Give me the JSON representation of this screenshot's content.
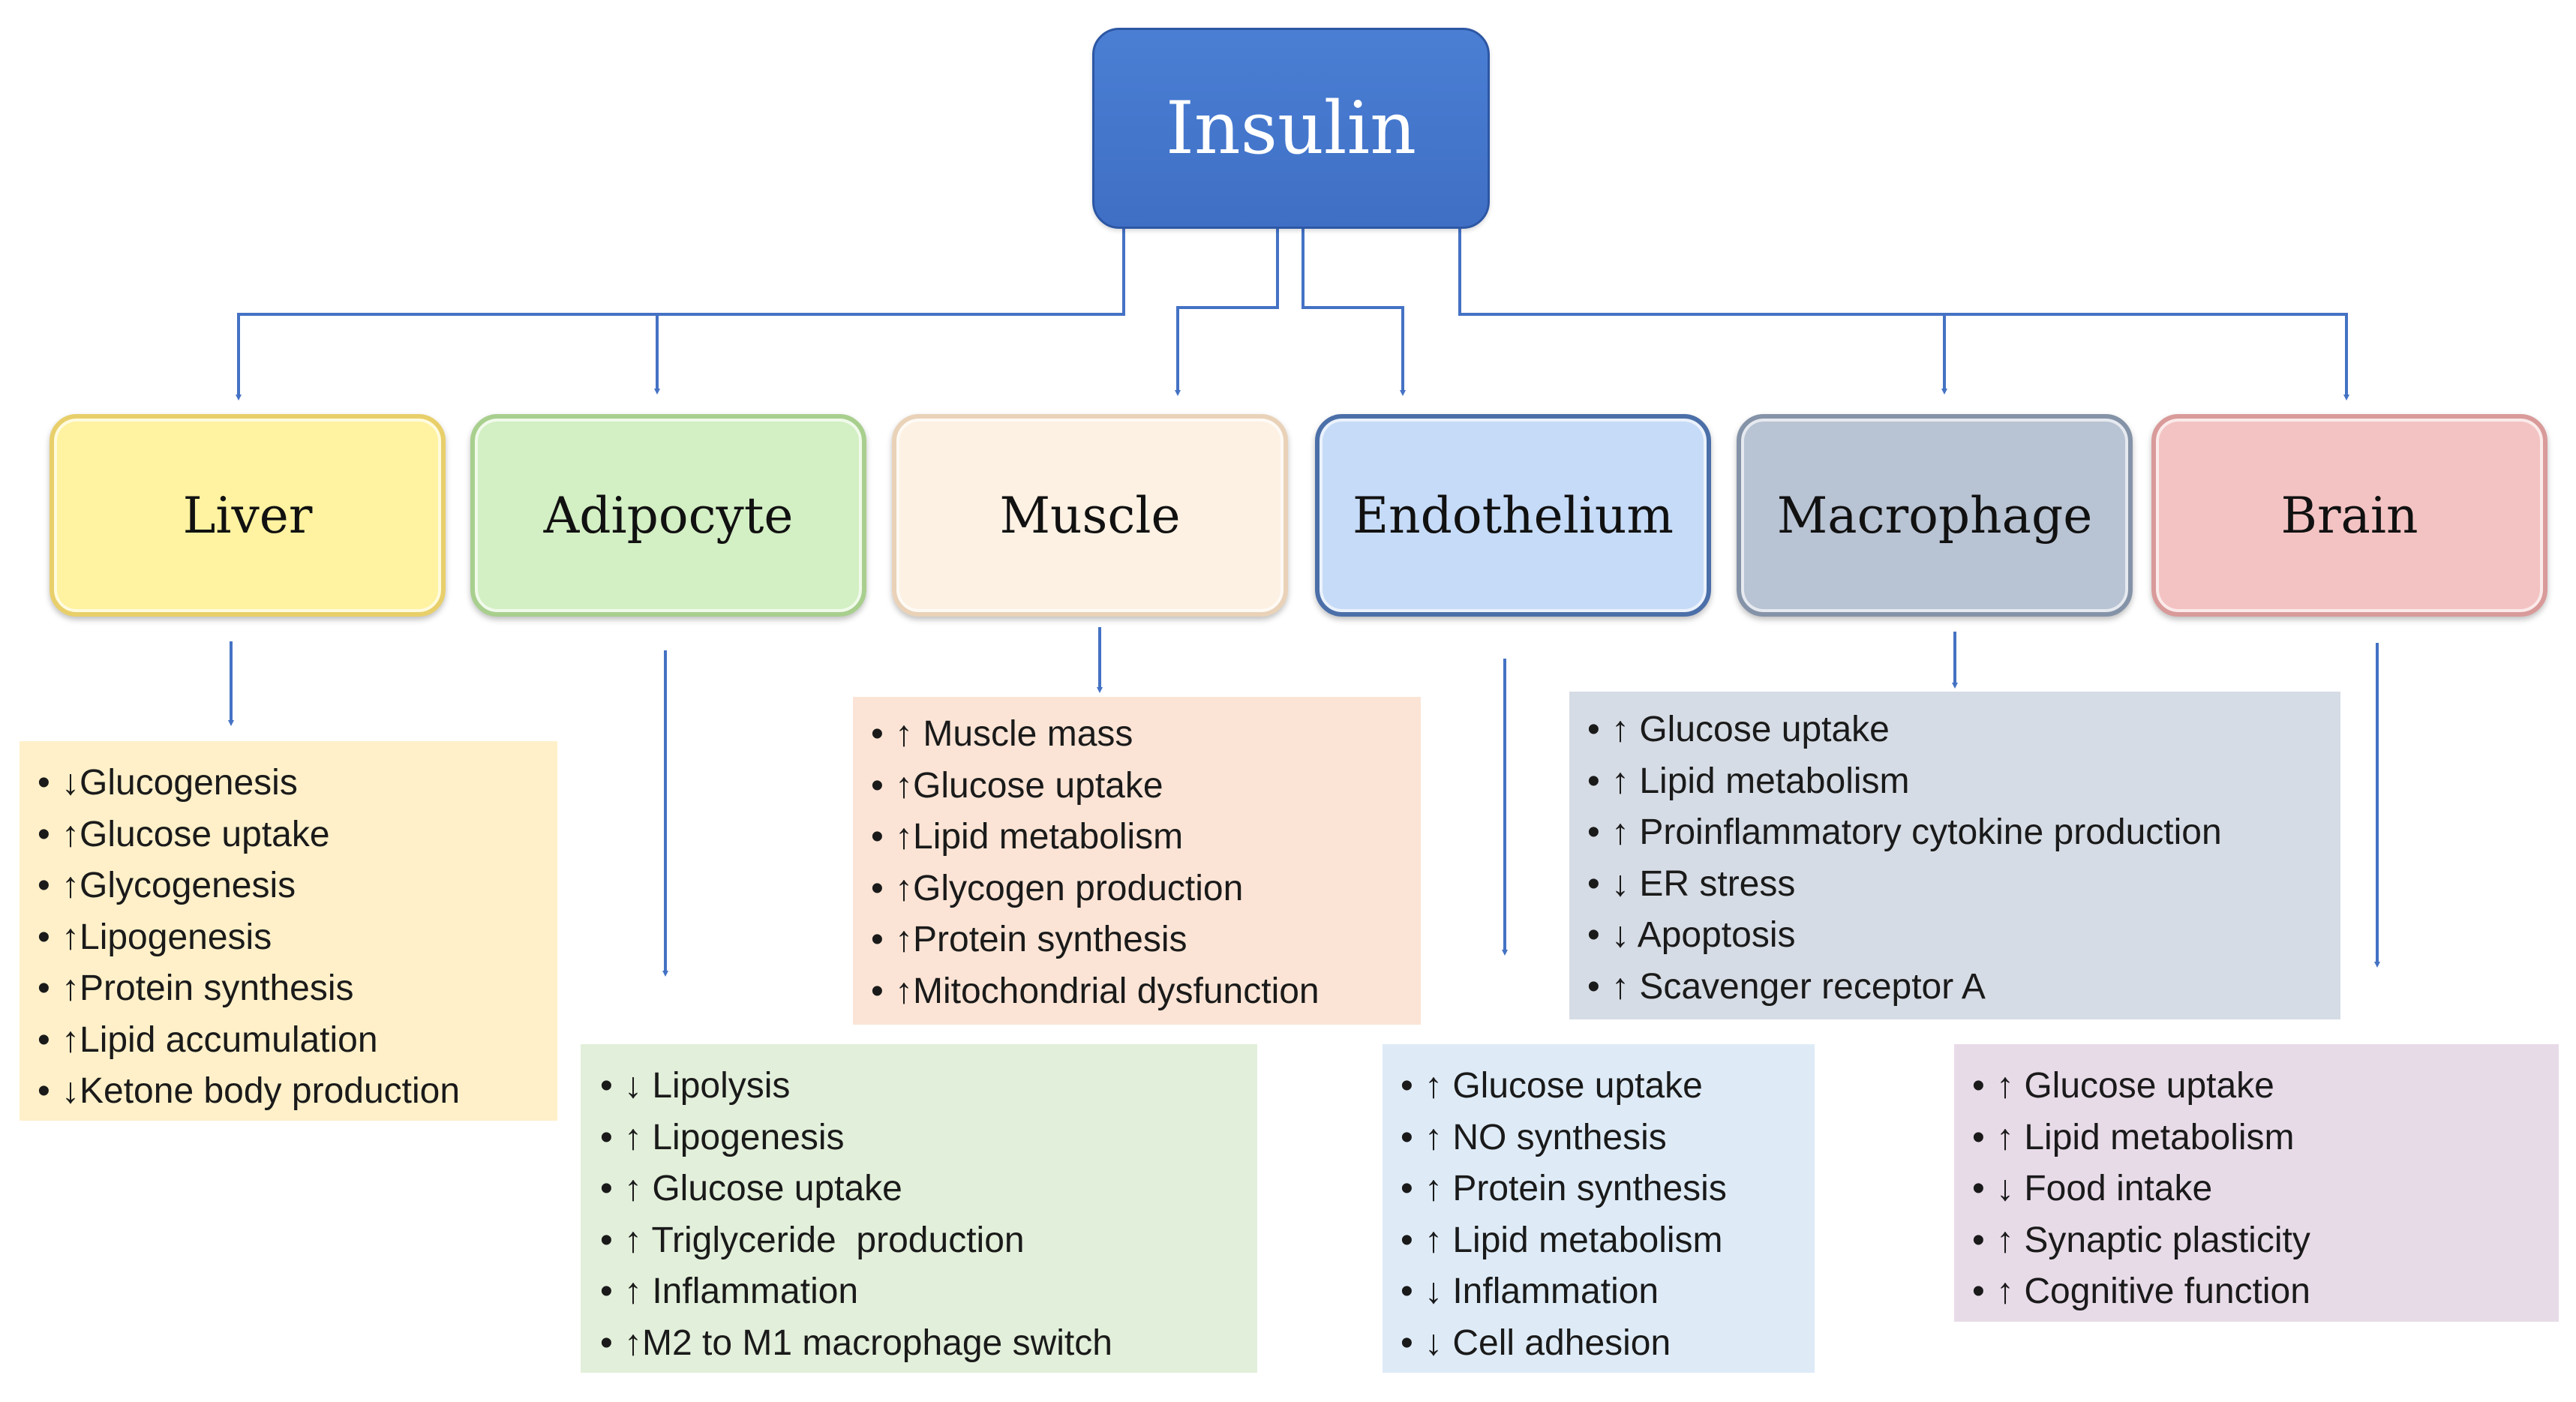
{
  "root": {
    "label": "Insulin"
  },
  "colors": {
    "connector": "#4472c4",
    "root_fill": "#4472c4"
  },
  "organs": [
    {
      "id": "liver",
      "label": "Liver",
      "fill": "#fff2a0",
      "border": "#e8cf6a",
      "panel_fill": "#fff0c9",
      "effects": [
        "↓Glucogenesis",
        "↑Glucose uptake",
        "↑Glycogenesis",
        "↑Lipogenesis",
        "↑Protein synthesis",
        "↑Lipid accumulation",
        "↓Ketone body production"
      ]
    },
    {
      "id": "adipocyte",
      "label": "Adipocyte",
      "fill": "#d3efc4",
      "border": "#a8cf8e",
      "panel_fill": "#e2efda",
      "effects": [
        "↓ Lipolysis",
        "↑ Lipogenesis",
        "↑ Glucose uptake",
        "↑ Triglyceride  production",
        "↑ Inflammation",
        "↑M2 to M1 macrophage switch"
      ]
    },
    {
      "id": "muscle",
      "label": "Muscle",
      "fill": "#fdf1e3",
      "border": "#e9d2b8",
      "panel_fill": "#fbe4d5",
      "effects": [
        "↑ Muscle mass",
        "↑Glucose uptake",
        "↑Lipid metabolism",
        "↑Glycogen production",
        "↑Protein synthesis",
        "↑Mitochondrial dysfunction"
      ]
    },
    {
      "id": "endothelium",
      "label": "Endothelium",
      "fill": "#c6dbf7",
      "border": "#4b6fa8",
      "panel_fill": "#deebf7",
      "effects": [
        "↑ Glucose uptake",
        "↑ NO synthesis",
        "↑ Protein synthesis",
        "↑ Lipid metabolism",
        "↓ Inflammation",
        "↓ Cell adhesion"
      ]
    },
    {
      "id": "macrophage",
      "label": "Macrophage",
      "fill": "#b8c3d3",
      "border": "#8593a8",
      "panel_fill": "#d6dce5",
      "effects": [
        "↑ Glucose uptake",
        "↑ Lipid metabolism",
        "↑ Proinflammatory cytokine production",
        "↓ ER stress",
        "↓ Apoptosis",
        "↑ Scavenger receptor A"
      ]
    },
    {
      "id": "brain",
      "label": "Brain",
      "fill": "#f3c3c3",
      "border": "#d99a9a",
      "panel_fill": "#e8dbe8",
      "effects": [
        "↑ Glucose uptake",
        "↑ Lipid metabolism",
        "↓ Food intake",
        "↑ Synaptic plasticity",
        "↑ Cognitive function"
      ]
    }
  ]
}
